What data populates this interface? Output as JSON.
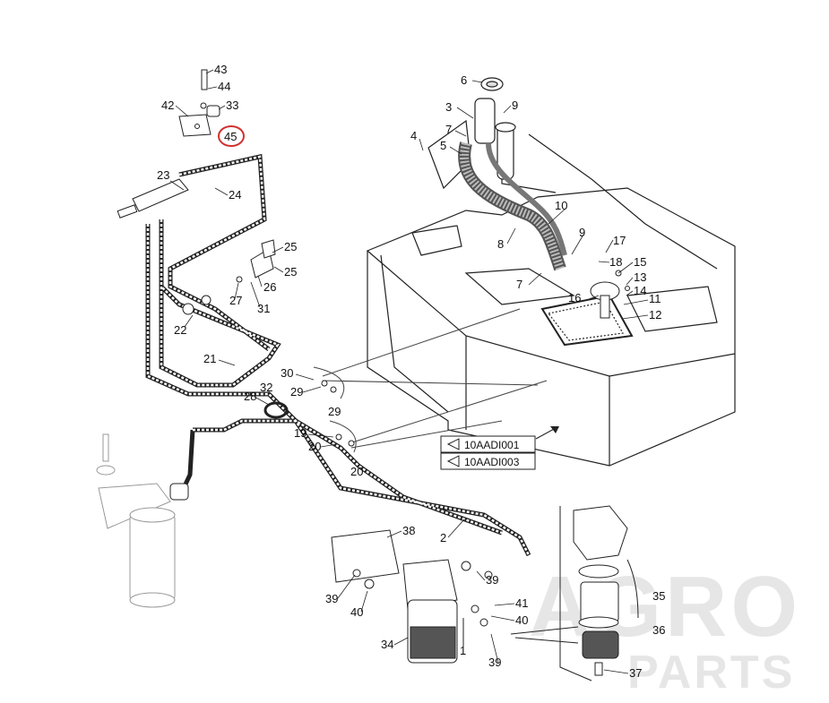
{
  "diagram": {
    "highlighted_part": "45",
    "highlight_color": "#d0322f",
    "callouts": {
      "c43": "43",
      "c44": "44",
      "c42": "42",
      "c33": "33",
      "c45": "45",
      "c23": "23",
      "c24": "24",
      "c25a": "25",
      "c25b": "25",
      "c26": "26",
      "c27": "27",
      "c31": "31",
      "c22": "22",
      "c21": "21",
      "c28": "28",
      "c32": "32",
      "c30": "30",
      "c29a": "29",
      "c29b": "29",
      "c19": "19",
      "c20a": "20",
      "c20b": "20",
      "c6": "6",
      "c3": "3",
      "c9a": "9",
      "c4": "4",
      "c7a": "7",
      "c5": "5",
      "c10": "10",
      "c8": "8",
      "c9b": "9",
      "c17": "17",
      "c18": "18",
      "c15": "15",
      "c13": "13",
      "c14": "14",
      "c16": "16",
      "c11": "11",
      "c7b": "7",
      "c12": "12",
      "c38": "38",
      "c2": "2",
      "c39a": "39",
      "c39b": "39",
      "c39c": "39",
      "c40a": "40",
      "c40b": "40",
      "c41": "41",
      "c34": "34",
      "c1": "1",
      "c35": "35",
      "c36": "36",
      "c37": "37"
    },
    "references": [
      "10AADI001",
      "10AADI003"
    ]
  },
  "watermark": {
    "line1": "AGRO",
    "line2": "PARTS"
  }
}
